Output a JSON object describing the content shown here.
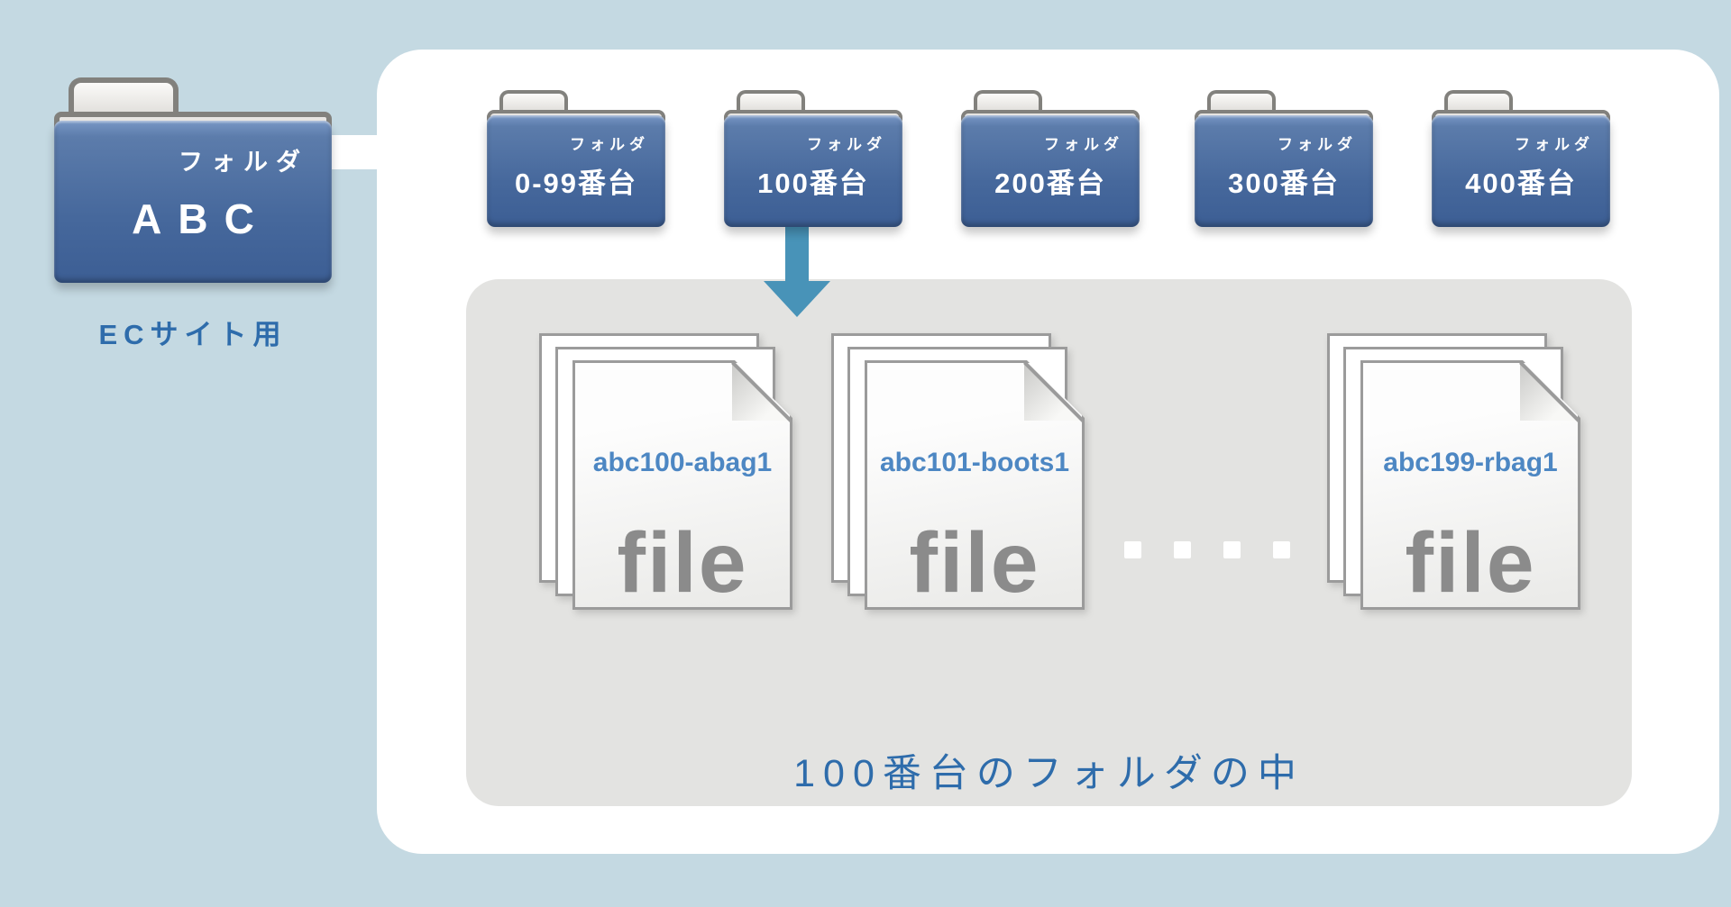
{
  "root_folder": {
    "type_label": "フォルダ",
    "name": "ABC",
    "caption": "ECサイト用"
  },
  "subfolders": [
    {
      "type_label": "フォルダ",
      "name": "0-99番台"
    },
    {
      "type_label": "フォルダ",
      "name": "100番台"
    },
    {
      "type_label": "フォルダ",
      "name": "200番台"
    },
    {
      "type_label": "フォルダ",
      "name": "300番台"
    },
    {
      "type_label": "フォルダ",
      "name": "400番台"
    }
  ],
  "files": [
    {
      "name": "abc100-abag1",
      "label": "file"
    },
    {
      "name": "abc101-boots1",
      "label": "file"
    },
    {
      "name": "abc199-rbag1",
      "label": "file"
    }
  ],
  "ellipsis": {
    "dot_count": 4
  },
  "panel_caption": "100番台のフォルダの中",
  "colors": {
    "background": "#c4d9e2",
    "panel_white": "#ffffff",
    "panel_gray": "#e3e3e1",
    "folder_blue_top": "#7897c5",
    "folder_blue_bottom": "#3c5e94",
    "folder_tab_gray": "#e9e7e4",
    "arrow_teal": "#4893b8",
    "caption_blue": "#2e6cab",
    "filename_blue": "#4d87c3",
    "file_label_gray": "#8b8b8b"
  }
}
